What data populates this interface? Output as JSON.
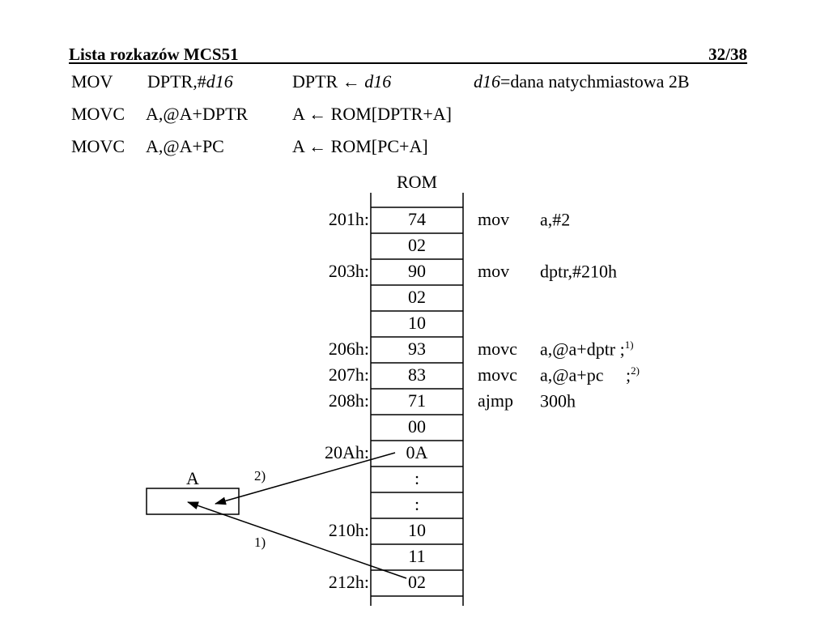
{
  "header": {
    "title": "Lista rozkazów MCS51",
    "page": "32/38"
  },
  "instructions": [
    {
      "mnemonic": "MOV",
      "operand_pre": "DPTR,#",
      "operand_italic": "d16",
      "effect_pre": "DPTR ← ",
      "effect_italic": "d16",
      "note_italic": "d16",
      "note_rest": "=dana natychmiastowa 2B"
    },
    {
      "mnemonic": "MOVC",
      "operand": "A,@A+DPTR",
      "effect": "A ← ROM[DPTR+A]"
    },
    {
      "mnemonic": "MOVC",
      "operand": "A,@A+PC",
      "effect": "A ← ROM[PC+A]"
    }
  ],
  "rom": {
    "title": "ROM",
    "cells": [
      {
        "addr": "201h:",
        "value": "74",
        "comment_op": "mov",
        "comment_args": "a,#2",
        "comment_ref": ""
      },
      {
        "addr": "",
        "value": "02",
        "comment_op": "",
        "comment_args": "",
        "comment_ref": ""
      },
      {
        "addr": "203h:",
        "value": "90",
        "comment_op": "mov",
        "comment_args": "dptr,#210h",
        "comment_ref": ""
      },
      {
        "addr": "",
        "value": "02",
        "comment_op": "",
        "comment_args": "",
        "comment_ref": ""
      },
      {
        "addr": "",
        "value": "10",
        "comment_op": "",
        "comment_args": "",
        "comment_ref": ""
      },
      {
        "addr": "206h:",
        "value": "93",
        "comment_op": "movc",
        "comment_args": "a,@a+dptr ;",
        "comment_ref": "1)"
      },
      {
        "addr": "207h:",
        "value": "83",
        "comment_op": "movc",
        "comment_args": "a,@a+pc     ;",
        "comment_ref": "2)"
      },
      {
        "addr": "208h:",
        "value": "71",
        "comment_op": "ajmp",
        "comment_args": "300h",
        "comment_ref": ""
      },
      {
        "addr": "",
        "value": "00",
        "comment_op": "",
        "comment_args": "",
        "comment_ref": ""
      },
      {
        "addr": "20Ah:",
        "value": "0A",
        "comment_op": "",
        "comment_args": "",
        "comment_ref": ""
      },
      {
        "addr": "",
        "value": ":",
        "comment_op": "",
        "comment_args": "",
        "comment_ref": ""
      },
      {
        "addr": "",
        "value": ":",
        "comment_op": "",
        "comment_args": "",
        "comment_ref": ""
      },
      {
        "addr": "210h:",
        "value": "10",
        "comment_op": "",
        "comment_args": "",
        "comment_ref": ""
      },
      {
        "addr": "",
        "value": "11",
        "comment_op": "",
        "comment_args": "",
        "comment_ref": ""
      },
      {
        "addr": "212h:",
        "value": "02",
        "comment_op": "",
        "comment_args": "",
        "comment_ref": ""
      }
    ]
  },
  "register": {
    "label": "A"
  },
  "arrows": {
    "label_1": "1)",
    "label_2": "2)"
  }
}
